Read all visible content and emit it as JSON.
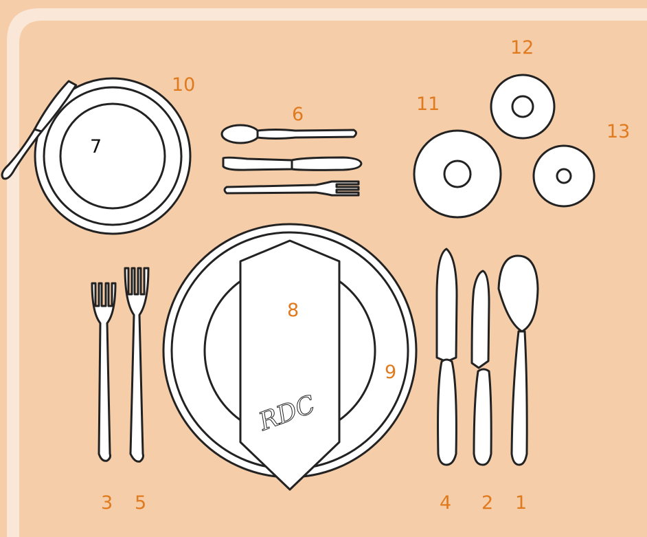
{
  "colors": {
    "background": "#f5cda8",
    "frame": "#fbe7d7",
    "outline": "#222222",
    "fill": "#ffffff",
    "label_orange": "#e07a1e",
    "label_black": "#111111"
  },
  "labels": {
    "spoon": "1",
    "dinner_knife": "2",
    "salad_fork": "3",
    "fish_knife": "4",
    "dinner_fork": "5",
    "dessert_cutlery": "6",
    "butter_knife": "7",
    "napkin": "8",
    "charger_plate": "9",
    "bread_plate": "10",
    "water_glass": "11",
    "red_wine_glass": "12",
    "white_wine_glass": "13"
  },
  "monogram": "RDC"
}
